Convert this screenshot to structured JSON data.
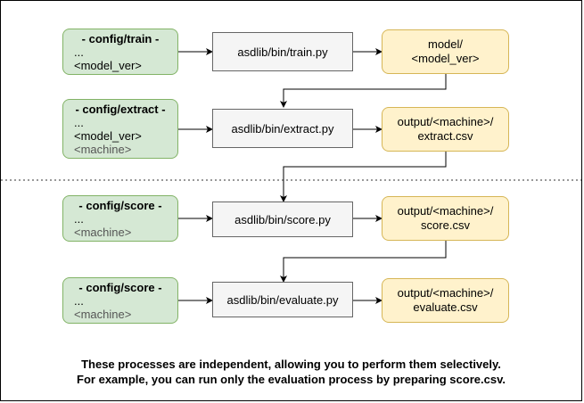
{
  "rows": [
    {
      "config": {
        "title": "- config/train -",
        "l1": "...",
        "l2": "<model_ver>",
        "l3": ""
      },
      "script": "asdlib/bin/train.py",
      "output": {
        "l1": "model/",
        "l2": "<model_ver>"
      }
    },
    {
      "config": {
        "title": "- config/extract -",
        "l1": "...",
        "l2": "<model_ver>",
        "l3": "<machine>"
      },
      "script": "asdlib/bin/extract.py",
      "output": {
        "l1": "output/<machine>/",
        "l2": "extract.csv"
      }
    },
    {
      "config": {
        "title": "- config/score -",
        "l1": "...",
        "l2": "",
        "l3": "<machine>"
      },
      "script": "asdlib/bin/score.py",
      "output": {
        "l1": "output/<machine>/",
        "l2": "score.csv"
      }
    },
    {
      "config": {
        "title": "- config/score -",
        "l1": "...",
        "l2": "",
        "l3": "<machine>"
      },
      "script": "asdlib/bin/evaluate.py",
      "output": {
        "l1": "output/<machine>/",
        "l2": "evaluate.csv"
      }
    }
  ],
  "note": {
    "line1": "These processes are independent, allowing you to perform them selectively.",
    "line2": "For example, you can run only the evaluation process by preparing score.csv."
  },
  "colors": {
    "config_fill": "#d5e8d4",
    "config_stroke": "#82b366",
    "script_fill": "#f5f5f5",
    "script_stroke": "#666666",
    "output_fill": "#fff2cc",
    "output_stroke": "#d6b656"
  }
}
